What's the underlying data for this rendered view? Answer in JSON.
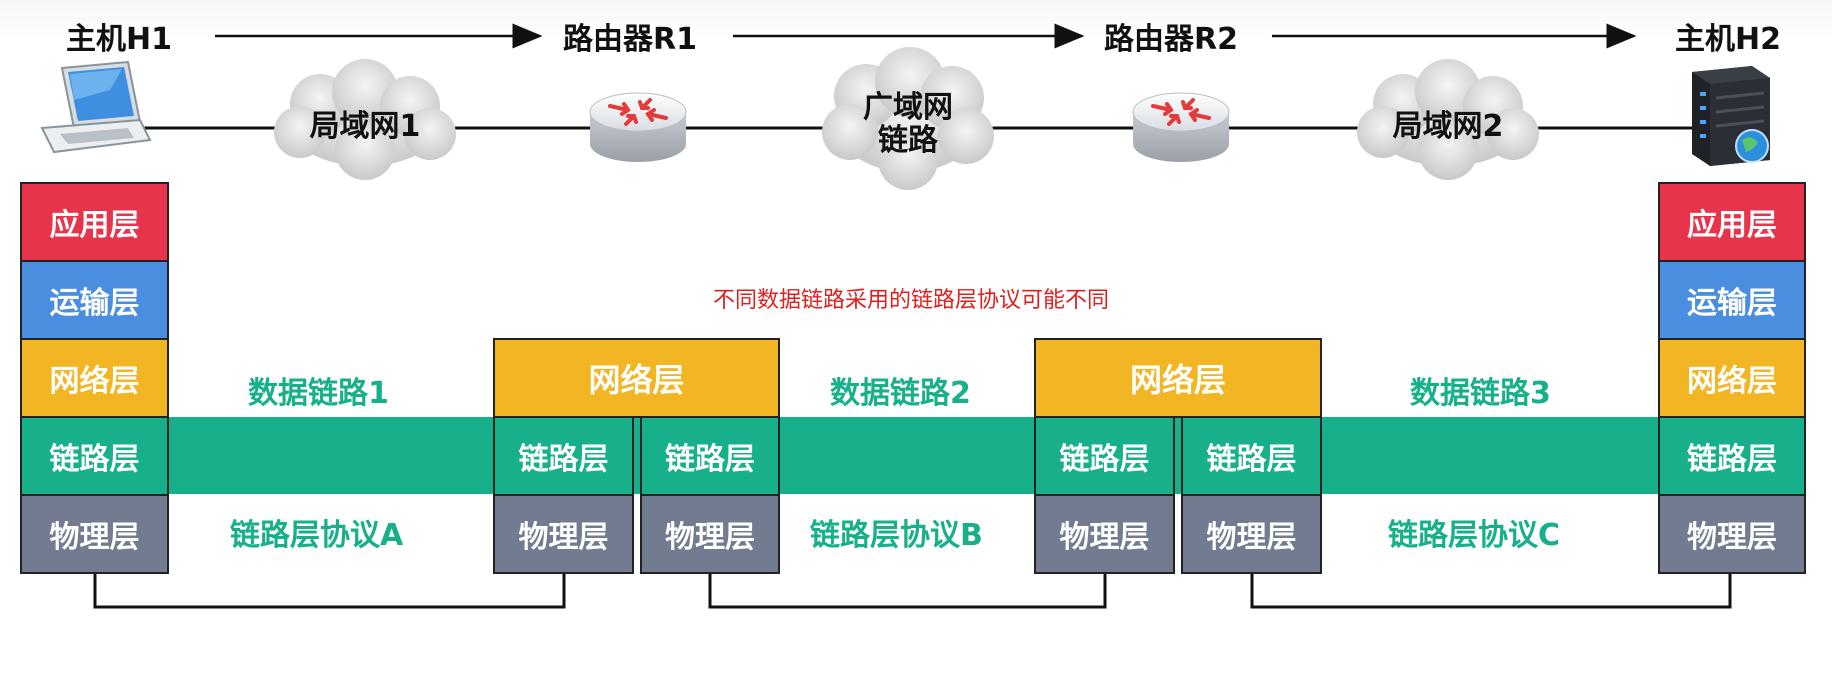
{
  "nodes": {
    "h1": "主机H1",
    "r1": "路由器R1",
    "r2": "路由器R2",
    "h2": "主机H2"
  },
  "networks": {
    "lan1": "局域网1",
    "wan_line1": "广域网",
    "wan_line2": "链路",
    "lan2": "局域网2"
  },
  "layers": {
    "application": "应用层",
    "transport": "运输层",
    "network": "网络层",
    "link": "链路层",
    "physical": "物理层"
  },
  "data_links": [
    "数据链路1",
    "数据链路2",
    "数据链路3"
  ],
  "link_protocols": [
    "链路层协议A",
    "链路层协议B",
    "链路层协议C"
  ],
  "note": "不同数据链路采用的链路层协议可能不同",
  "colors": {
    "application": "#e8344a",
    "transport": "#4a8ee0",
    "network": "#f2b523",
    "link": "#17b08b",
    "physical": "#737b91",
    "note": "#e02020"
  },
  "icons": {
    "h1": "laptop-icon",
    "r1": "router-icon",
    "r2": "router-icon",
    "h2": "server-icon"
  }
}
